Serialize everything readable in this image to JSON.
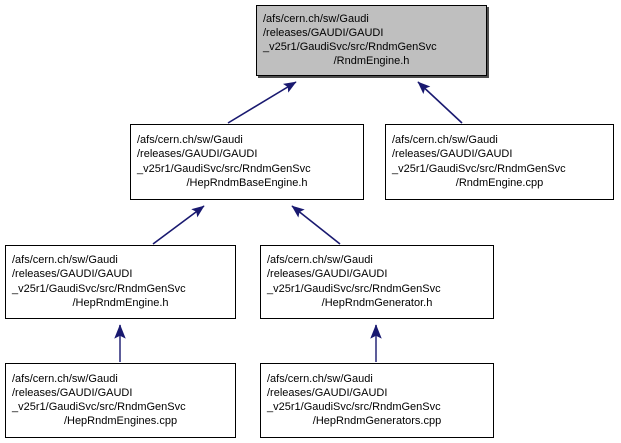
{
  "graph": {
    "type": "include-dependency-graph",
    "edge_color": "#191970",
    "node_fill": "#ffffff",
    "node_border": "#000000",
    "current_node_fill": "#bfbfbf",
    "nodes": [
      {
        "id": "rndmengine-h",
        "name": "RndmEngine.h",
        "current": true,
        "lines": [
          "/afs/cern.ch/sw/Gaudi",
          "/releases/GAUDI/GAUDI",
          "_v25r1/GaudiSvc/src/RndmGenSvc",
          "/RndmEngine.h"
        ]
      },
      {
        "id": "heprndmbaseengine-h",
        "name": "HepRndmBaseEngine.h",
        "current": false,
        "lines": [
          "/afs/cern.ch/sw/Gaudi",
          "/releases/GAUDI/GAUDI",
          "_v25r1/GaudiSvc/src/RndmGenSvc",
          "/HepRndmBaseEngine.h"
        ]
      },
      {
        "id": "rndmengine-cpp",
        "name": "RndmEngine.cpp",
        "current": false,
        "lines": [
          "/afs/cern.ch/sw/Gaudi",
          "/releases/GAUDI/GAUDI",
          "_v25r1/GaudiSvc/src/RndmGenSvc",
          "/RndmEngine.cpp"
        ]
      },
      {
        "id": "heprndmengine-h",
        "name": "HepRndmEngine.h",
        "current": false,
        "lines": [
          "/afs/cern.ch/sw/Gaudi",
          "/releases/GAUDI/GAUDI",
          "_v25r1/GaudiSvc/src/RndmGenSvc",
          "/HepRndmEngine.h"
        ]
      },
      {
        "id": "heprndmgenerator-h",
        "name": "HepRndmGenerator.h",
        "current": false,
        "lines": [
          "/afs/cern.ch/sw/Gaudi",
          "/releases/GAUDI/GAUDI",
          "_v25r1/GaudiSvc/src/RndmGenSvc",
          "/HepRndmGenerator.h"
        ]
      },
      {
        "id": "heprndmengines-cpp",
        "name": "HepRndmEngines.cpp",
        "current": false,
        "lines": [
          "/afs/cern.ch/sw/Gaudi",
          "/releases/GAUDI/GAUDI",
          "_v25r1/GaudiSvc/src/RndmGenSvc",
          "/HepRndmEngines.cpp"
        ]
      },
      {
        "id": "heprndmgenerators-cpp",
        "name": "HepRndmGenerators.cpp",
        "current": false,
        "lines": [
          "/afs/cern.ch/sw/Gaudi",
          "/releases/GAUDI/GAUDI",
          "_v25r1/GaudiSvc/src/RndmGenSvc",
          "/HepRndmGenerators.cpp"
        ]
      }
    ],
    "edges": [
      {
        "from": "heprndmbaseengine-h",
        "to": "rndmengine-h"
      },
      {
        "from": "rndmengine-cpp",
        "to": "rndmengine-h"
      },
      {
        "from": "heprndmengine-h",
        "to": "heprndmbaseengine-h"
      },
      {
        "from": "heprndmgenerator-h",
        "to": "heprndmbaseengine-h"
      },
      {
        "from": "heprndmengines-cpp",
        "to": "heprndmengine-h"
      },
      {
        "from": "heprndmgenerators-cpp",
        "to": "heprndmgenerator-h"
      }
    ]
  }
}
